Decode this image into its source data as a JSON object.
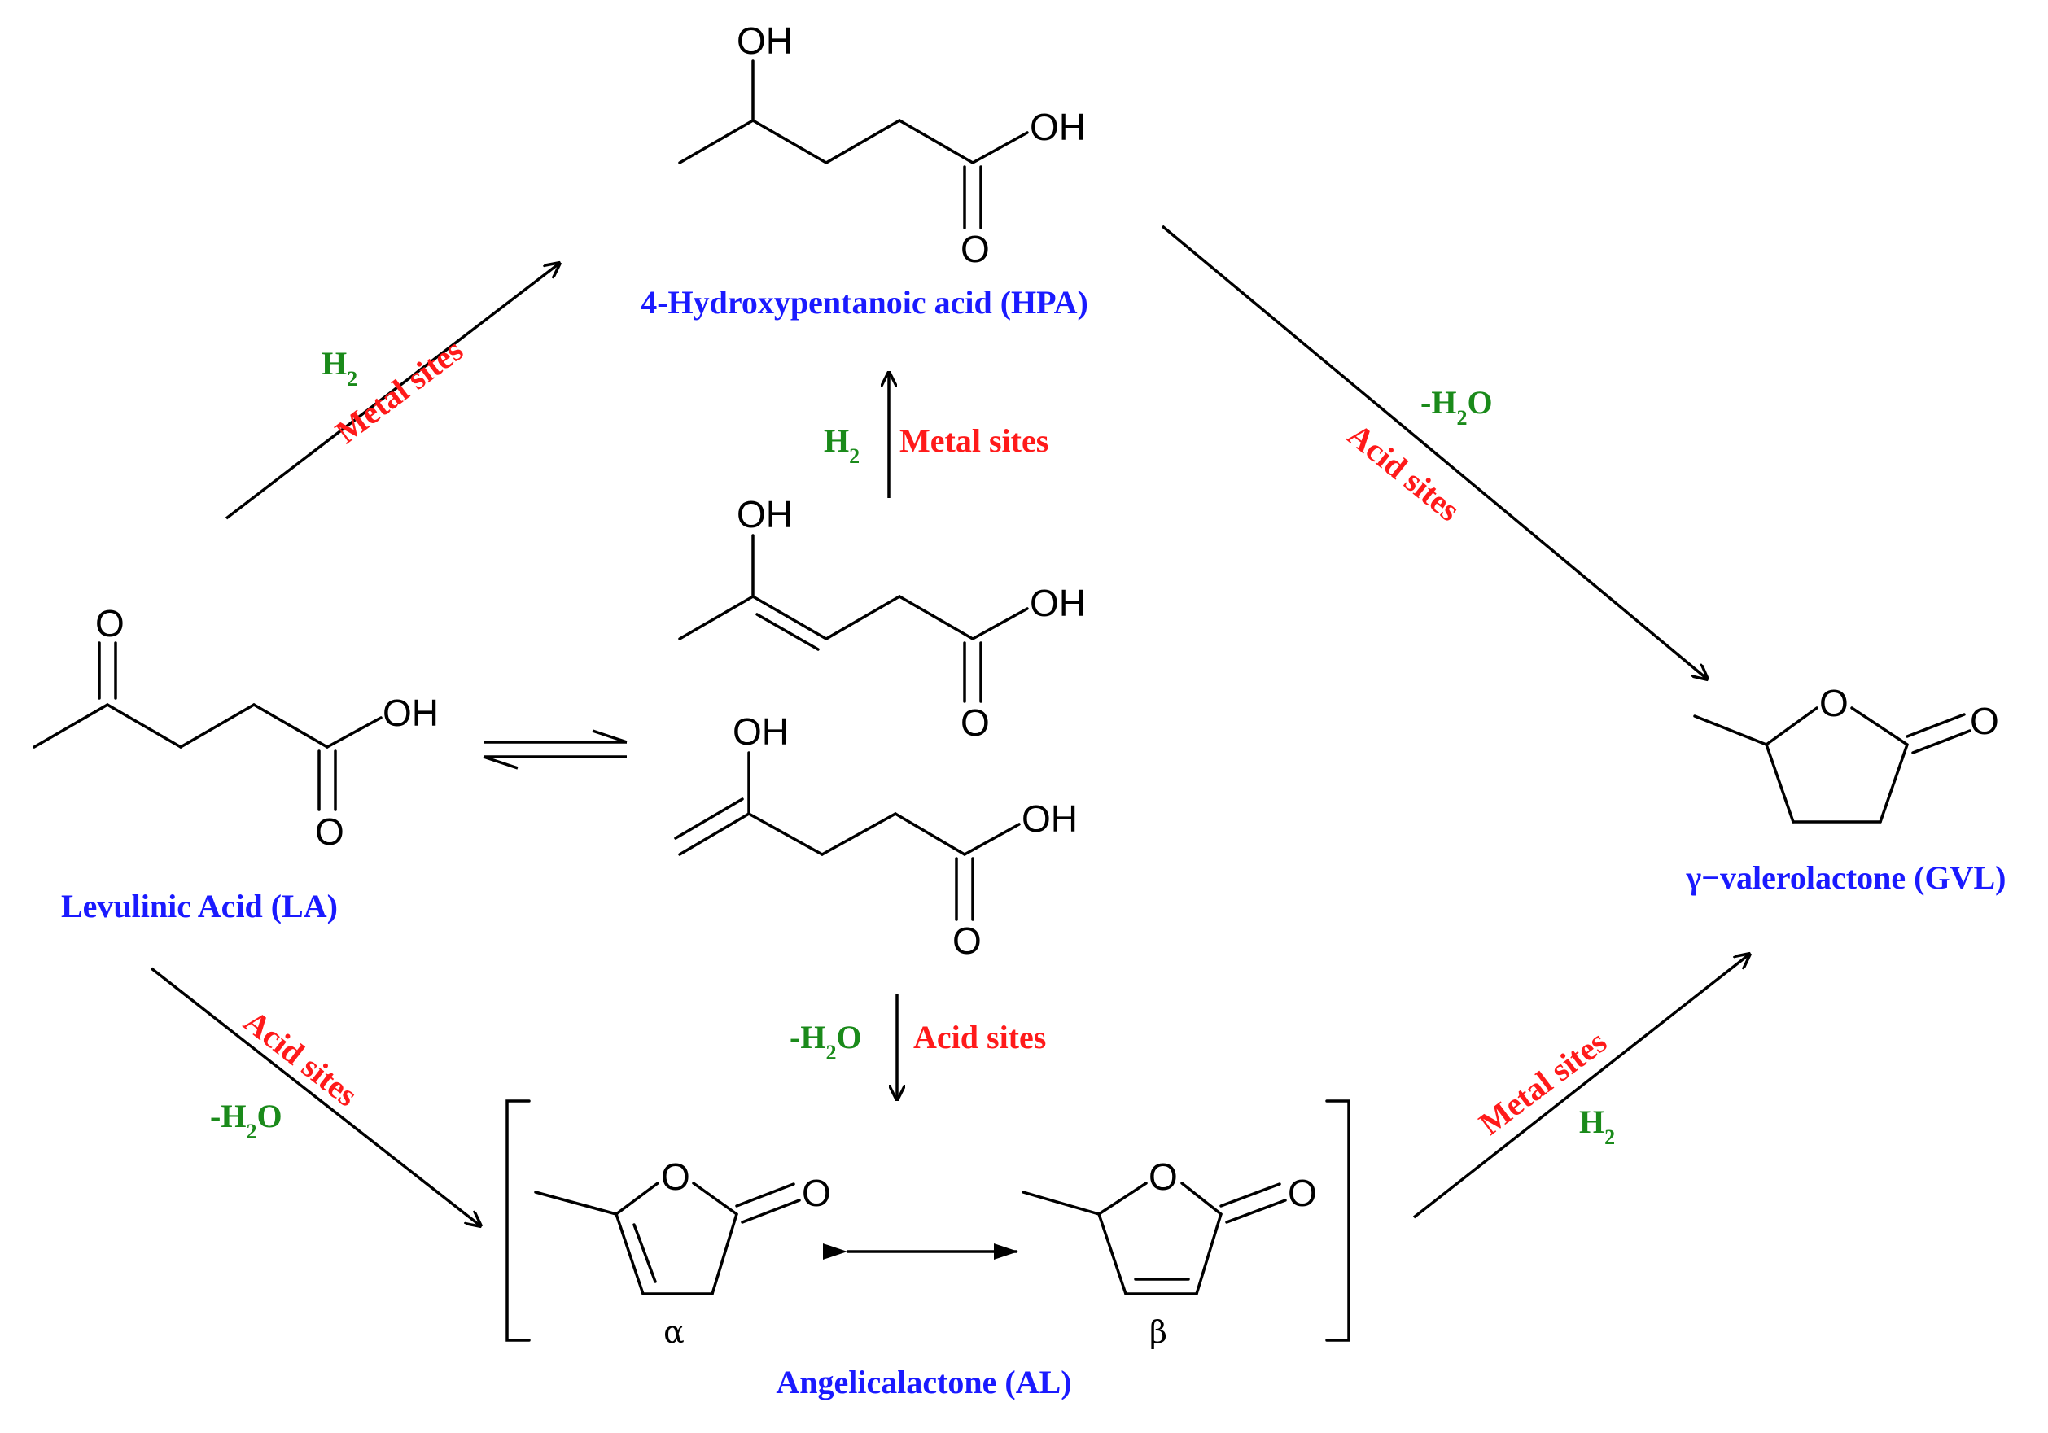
{
  "colors": {
    "compound_name": "#1a1aff",
    "catalyst": "#ff1a1a",
    "reagent": "#1a8a1a",
    "structure": "#000000"
  },
  "atoms": {
    "oh": "OH",
    "o": "O"
  },
  "compounds": {
    "hpa": "4-Hydroxypentanoic acid (HPA)",
    "la": "Levulinic Acid (LA)",
    "gvl": "γ−valerolactone (GVL)",
    "al": "Angelicalactone (AL)"
  },
  "isomers": {
    "alpha": "α",
    "beta": "β"
  },
  "conditions": {
    "metal_sites": "Metal sites",
    "acid_sites": "Acid sites",
    "h2_base": "H",
    "h2_sub": "2",
    "water_pre": "-H",
    "water_sub": "2",
    "water_post": "O"
  }
}
